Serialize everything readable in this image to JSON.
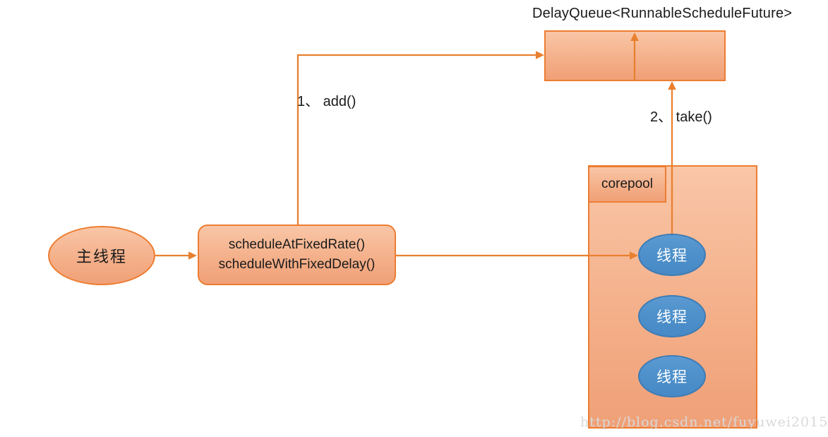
{
  "diagram": {
    "title": "DelayQueue<RunnableScheduleFuture>",
    "labels": {
      "add": "1、 add()",
      "take": "2、 take()"
    },
    "main_thread": "主线程",
    "schedule_box": {
      "line1": "scheduleAtFixedRate()",
      "line2": "scheduleWithFixedDelay()"
    },
    "pool": {
      "label": "corepool",
      "threads": [
        "线程",
        "线程",
        "线程"
      ]
    },
    "watermark": "http://blog.csdn.net/fuyuwei2015",
    "colors": {
      "accent_orange": "#ED7D31",
      "shape_fill_top": "#F9C6A7",
      "shape_fill_bottom": "#F0A077",
      "thread_blue_fill": "#4D90CA",
      "thread_blue_border": "#3E7CB4",
      "text": "#1A1A1A",
      "watermark_gray": "#D9D9D9",
      "background": "#FFFFFF"
    }
  }
}
